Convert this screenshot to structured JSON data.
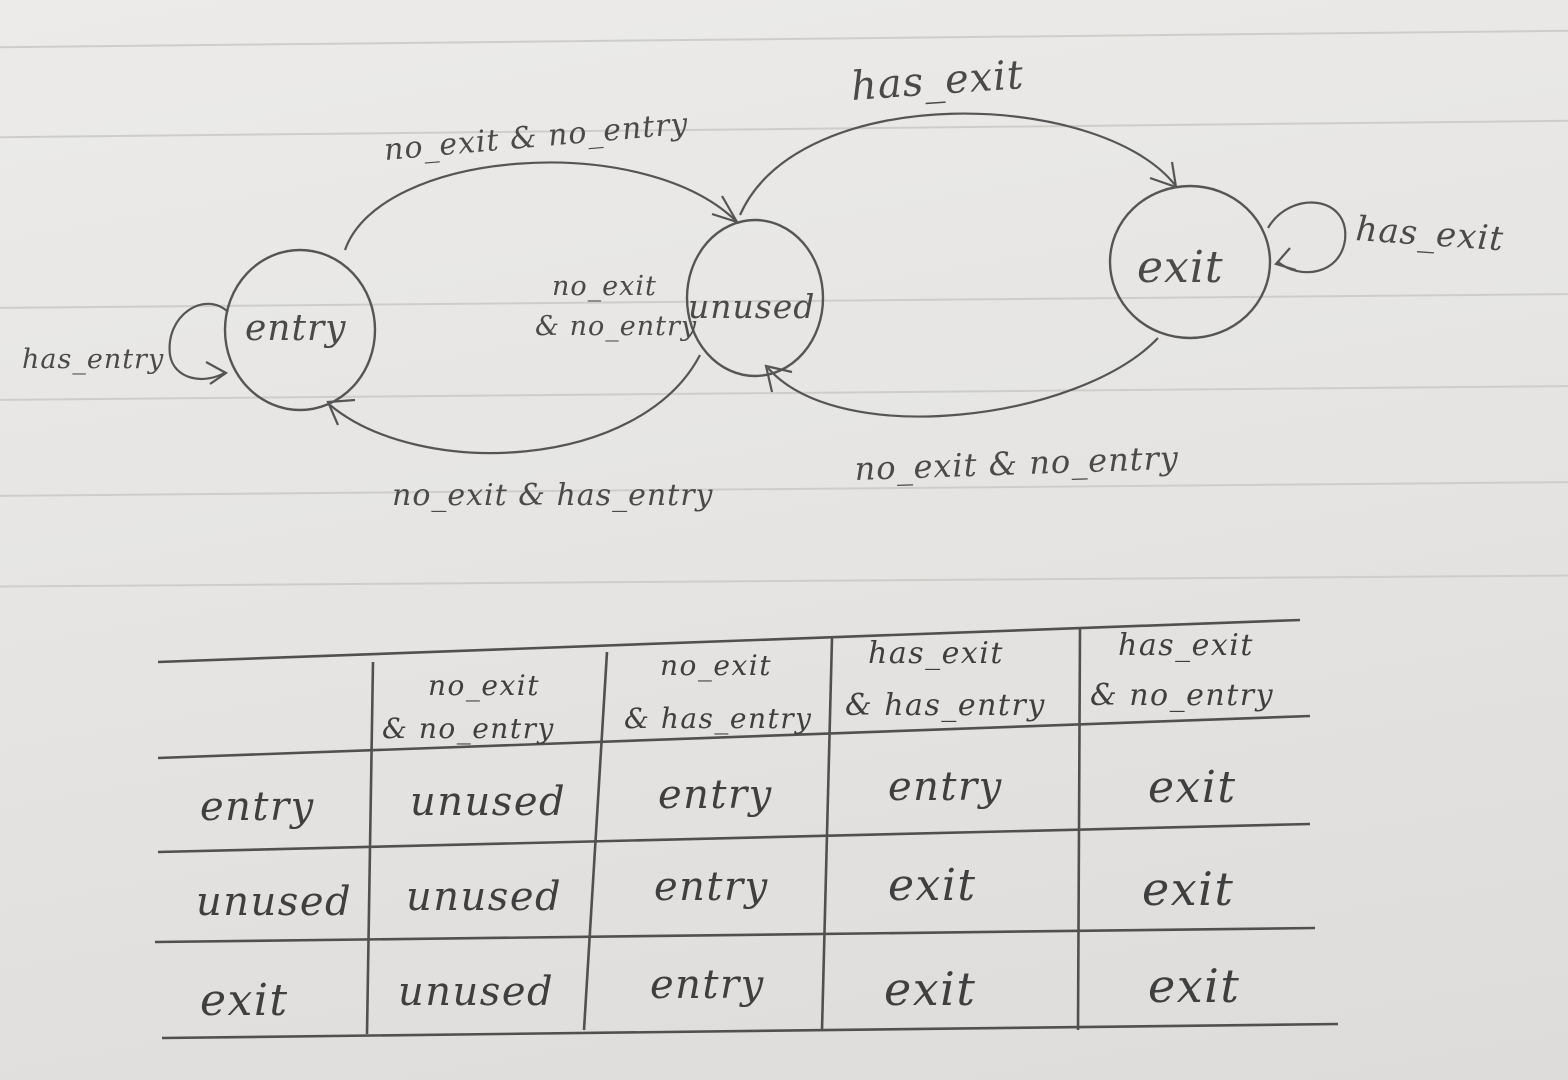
{
  "diagram": {
    "states": {
      "entry": "entry",
      "unused": "unused",
      "exit": "exit"
    },
    "transitions": {
      "entry_to_unused": "no_exit & no_entry",
      "unused_to_exit": "has_exit",
      "exit_self": "has_exit",
      "unused_self_line1": "no_exit",
      "unused_self_line2": "& no_entry",
      "entry_self": "has_entry",
      "unused_to_entry": "no_exit & has_entry",
      "exit_to_unused": "no_exit & no_entry"
    }
  },
  "table": {
    "columns": [
      {
        "line1": "no_exit",
        "line2": "& no_entry"
      },
      {
        "line1": "no_exit",
        "line2": "& has_entry"
      },
      {
        "line1": "has_exit",
        "line2": "& has_entry"
      },
      {
        "line1": "has_exit",
        "line2": "& no_entry"
      }
    ],
    "rows": [
      {
        "state": "entry",
        "cells": [
          "unused",
          "entry",
          "entry",
          "exit"
        ]
      },
      {
        "state": "unused",
        "cells": [
          "unused",
          "entry",
          "exit",
          "exit"
        ]
      },
      {
        "state": "exit",
        "cells": [
          "unused",
          "entry",
          "exit",
          "exit"
        ]
      }
    ]
  }
}
